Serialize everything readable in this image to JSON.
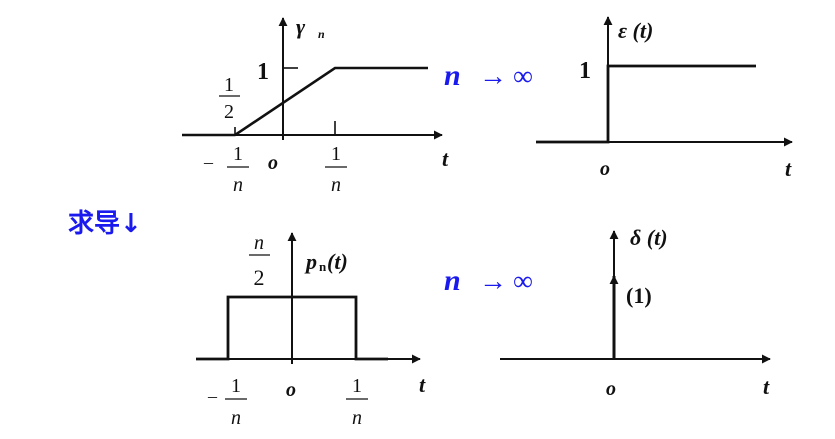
{
  "top_left": {
    "y_label_main": "γ",
    "y_label_sub": "n",
    "level_one": "1",
    "half_num": "1",
    "half_den": "2",
    "neg_sign": "–",
    "neg_num": "1",
    "neg_den": "n",
    "origin": "o",
    "pos_num": "1",
    "pos_den": "n",
    "x_label": "t"
  },
  "top_arrow": {
    "n": "n",
    "arrow": "→",
    "infinity": "∞"
  },
  "top_right": {
    "y_label": "ε (t)",
    "level_one": "1",
    "origin": "o",
    "x_label": "t"
  },
  "derivative_label": "求导↓",
  "bottom_left": {
    "top_num": "n",
    "top_den": "2",
    "y_label_main": "p",
    "y_label_sub": "n",
    "y_label_arg": "(t)",
    "neg_sign": "–",
    "neg_num": "1",
    "neg_den": "n",
    "origin": "o",
    "pos_num": "1",
    "pos_den": "n",
    "x_label": "t"
  },
  "bottom_arrow": {
    "n": "n",
    "arrow": "→",
    "infinity": "∞"
  },
  "bottom_right": {
    "y_label": "δ (t)",
    "impulse_weight": "(1)",
    "origin": "o",
    "x_label": "t"
  }
}
